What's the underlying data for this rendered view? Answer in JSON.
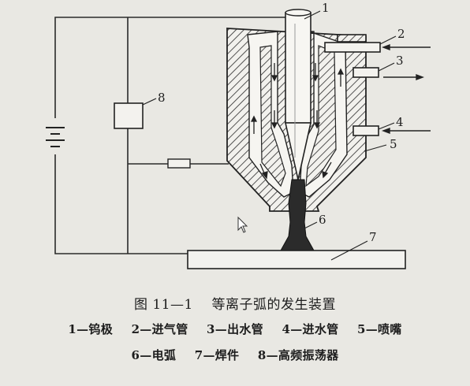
{
  "figure": {
    "caption_number": "图 11—1",
    "caption_title": "等离子弧的发生装置",
    "callouts": [
      "1",
      "2",
      "3",
      "4",
      "5",
      "6",
      "7",
      "8"
    ],
    "legend_row1": [
      "1—钨极",
      "2—进气管",
      "3—出水管",
      "4—进水管",
      "5—喷嘴"
    ],
    "legend_row2": [
      "6—电弧",
      "7—焊件",
      "8—高频振荡器"
    ]
  }
}
